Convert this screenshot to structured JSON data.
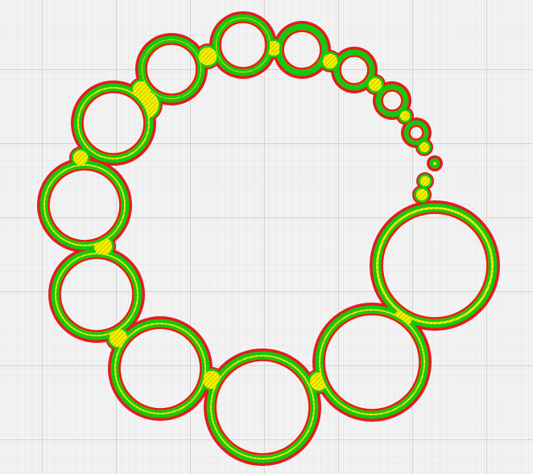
{
  "viewer": {
    "view": "layer-preview",
    "tool": "slicer",
    "background_color": "#f2f2f2",
    "grid": {
      "minor_line_color": "#dcdcdc",
      "major_line_color": "#b6b6b6"
    }
  },
  "layer": {
    "part": "ring-of-circles",
    "hole_count": 14,
    "feature_colors": {
      "outer_wall": "#e8191f",
      "inner_wall": "#14c80f",
      "infill": "#f5f000",
      "hatch": "#a8a000"
    }
  }
}
